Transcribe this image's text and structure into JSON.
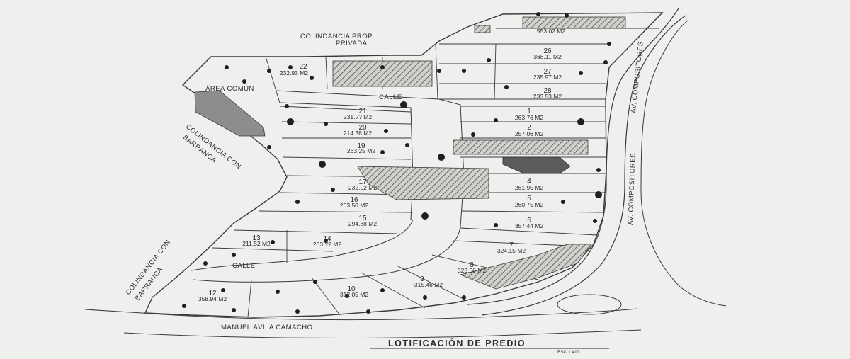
{
  "plan": {
    "title": "LOTIFICACIÓN DE PREDIO",
    "scale": "ESC 1:400",
    "labels": {
      "north_neighbor": "COLINDANCIA PROP.",
      "north_neighbor_2": "PRIVADA",
      "west_neighbor": "COLINDANCIA CON",
      "west_neighbor_2": "BARRANCA",
      "southwest_neighbor": "COLINDANCIA CON",
      "southwest_neighbor_2": "BARRANCA",
      "common_area": "ÁREA COMÚN",
      "inner_street_north": "CALLE",
      "inner_street_south": "CALLE",
      "avenue_north": "AV. COMPOSITORES",
      "avenue_south": "AV. COMPOSITORES",
      "south_road": "MANUEL ÁVILA CAMACHO"
    },
    "lots": [
      {
        "id": "1",
        "area": "263.76 M2"
      },
      {
        "id": "2",
        "area": "257.06 M2"
      },
      {
        "id": "4",
        "area": "261.95 M2"
      },
      {
        "id": "5",
        "area": "260.75 M2"
      },
      {
        "id": "6",
        "area": "357.44 M2"
      },
      {
        "id": "7",
        "area": "324.15 M2"
      },
      {
        "id": "8",
        "area": "323.66 M2"
      },
      {
        "id": "9",
        "area": "315.46 M2"
      },
      {
        "id": "10",
        "area": "312.05 M2"
      },
      {
        "id": "12",
        "area": "358.94 M2"
      },
      {
        "id": "13",
        "area": "211.52 M2"
      },
      {
        "id": "14",
        "area": "263.?? M2"
      },
      {
        "id": "15",
        "area": "294.88 M2"
      },
      {
        "id": "16",
        "area": "263.50 M2"
      },
      {
        "id": "17",
        "area": "232.02 M2"
      },
      {
        "id": "19",
        "area": "263.25 M2"
      },
      {
        "id": "20",
        "area": "214.38 M2"
      },
      {
        "id": "21",
        "area": "231.?? M2"
      },
      {
        "id": "22",
        "area": "232.93 M2"
      },
      {
        "id": "26",
        "area": "368.11 M2"
      },
      {
        "id": "27",
        "area": "235.97 M2"
      },
      {
        "id": "28",
        "area": "233.53 M2"
      },
      {
        "id": "",
        "area": "553.02 M2"
      }
    ]
  }
}
